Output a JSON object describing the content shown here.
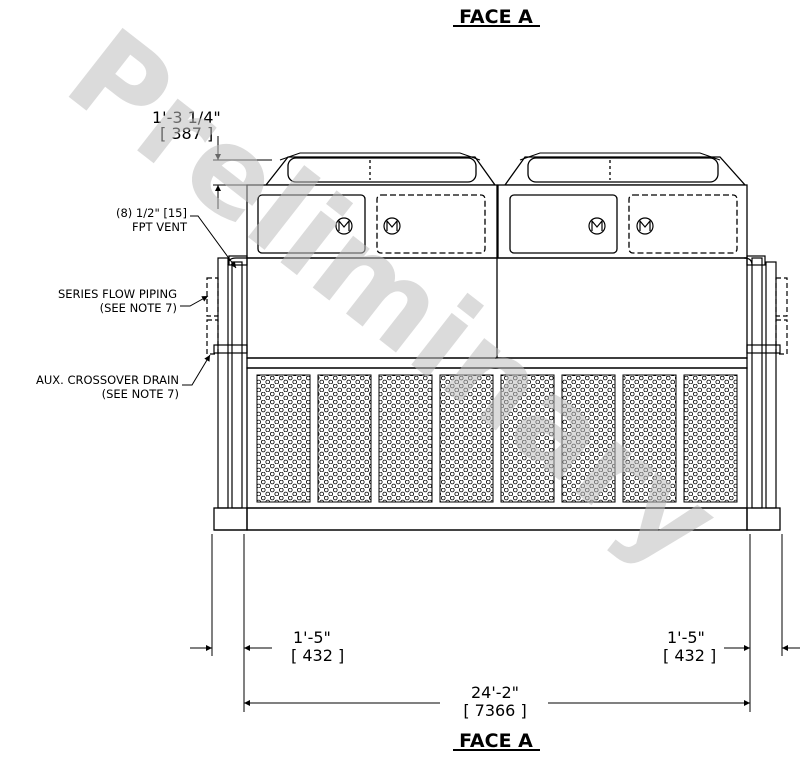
{
  "title_top": "FACE A",
  "title_bottom": "FACE A",
  "dims": {
    "height_ft": "1'-3 1/4\"",
    "height_mm": "[ 387 ]",
    "left_ft": "1'-5\"",
    "left_mm": "[ 432 ]",
    "right_ft": "1'-5\"",
    "right_mm": "[ 432 ]",
    "overall_ft": "24'-2\"",
    "overall_mm": "[ 7366 ]"
  },
  "notes": {
    "vent_line1": "(8) 1/2\" [15]",
    "vent_line2": "FPT VENT",
    "series_line1": "SERIES FLOW PIPING",
    "series_line2": "(SEE NOTE 7)",
    "aux_line1": "AUX. CROSSOVER DRAIN",
    "aux_line2": "(SEE NOTE 7)"
  },
  "watermark": "Preliminary"
}
